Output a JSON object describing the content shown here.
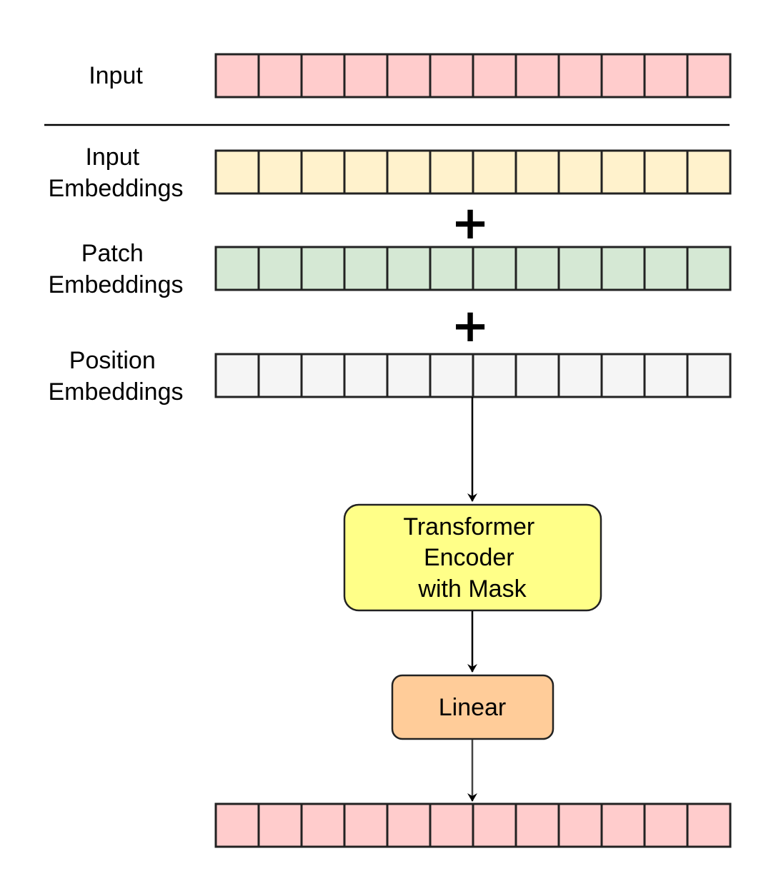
{
  "rows": [
    {
      "id": "input",
      "label_lines": [
        "Input"
      ],
      "cells": 12,
      "fill": "#ffcccc"
    },
    {
      "id": "input-emb",
      "label_lines": [
        "Input",
        "Embeddings"
      ],
      "cells": 12,
      "fill": "#fff2cc"
    },
    {
      "id": "patch-emb",
      "label_lines": [
        "Patch",
        "Embeddings"
      ],
      "cells": 12,
      "fill": "#d5e8d4"
    },
    {
      "id": "pos-emb",
      "label_lines": [
        "Position",
        "Embeddings"
      ],
      "cells": 12,
      "fill": "#f5f5f5"
    },
    {
      "id": "output",
      "label_lines": [],
      "cells": 12,
      "fill": "#ffcccc"
    }
  ],
  "plus_symbol": "+",
  "encoder": {
    "label_lines": [
      "Transformer",
      "Encoder",
      "with Mask"
    ],
    "fill": "#ffff88"
  },
  "linear": {
    "label_lines": [
      "Linear"
    ],
    "fill": "#ffcc99"
  },
  "colors": {
    "stroke": "#222222",
    "arrow": "#000000",
    "arrow_gray": "#444444"
  }
}
